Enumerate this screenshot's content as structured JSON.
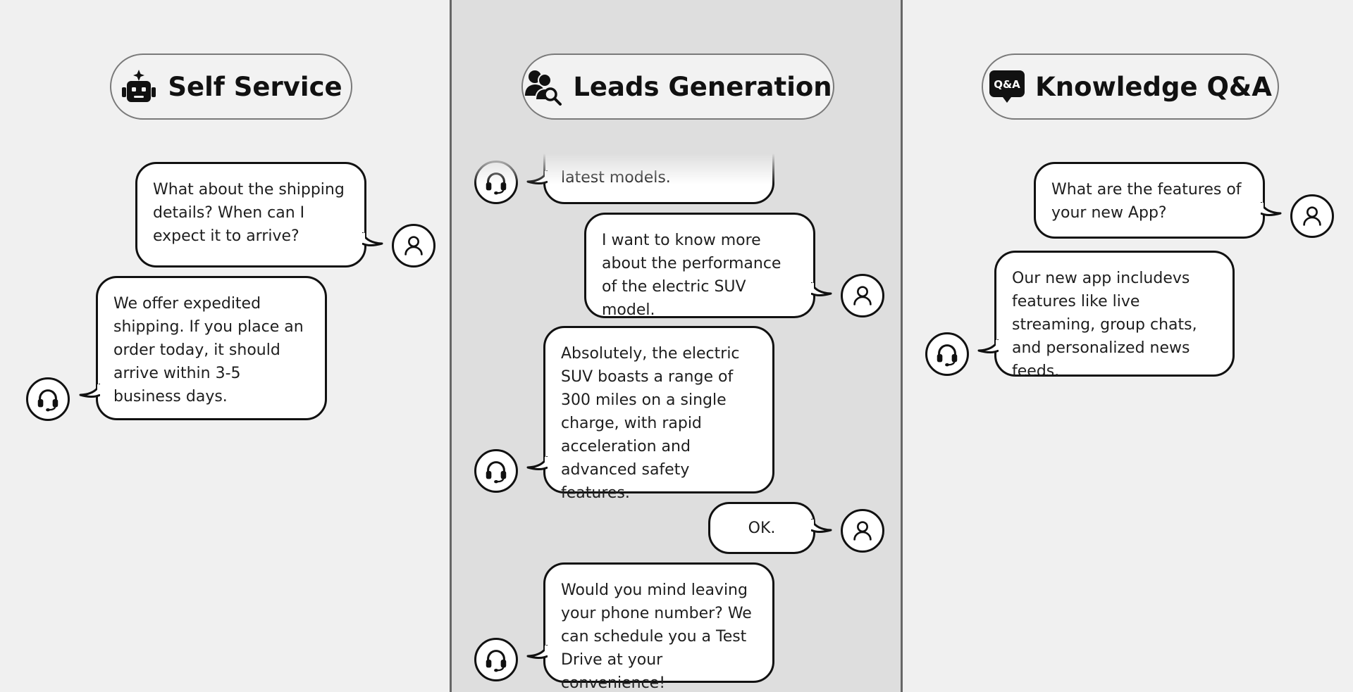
{
  "panels": [
    {
      "title": "Self Service",
      "icon": "robot-icon",
      "messages": [
        {
          "from": "user",
          "text": "What about the shipping details? When can I expect it to arrive?"
        },
        {
          "from": "agent",
          "text": "We offer expedited shipping. If you place an order today, it should arrive within 3-5 business days."
        }
      ]
    },
    {
      "title": "Leads Generation",
      "icon": "people-search-icon",
      "messages": [
        {
          "from": "agent",
          "text": "latest models."
        },
        {
          "from": "user",
          "text": "I want to know more about the performance of the electric SUV model."
        },
        {
          "from": "agent",
          "text": "Absolutely, the electric SUV boasts a range of 300 miles on a single charge, with rapid acceleration and advanced safety features."
        },
        {
          "from": "user",
          "text": "OK."
        },
        {
          "from": "agent",
          "text": "Would you mind leaving your phone number? We can schedule you a Test Drive at your convenience!"
        }
      ]
    },
    {
      "title": "Knowledge Q&A",
      "icon": "qa-chat-icon",
      "icon_label": "Q&A",
      "messages": [
        {
          "from": "user",
          "text": "What are the features of your new App?"
        },
        {
          "from": "agent",
          "text": "Our new app includevs features like live streaming, group chats, and personalized news feeds."
        }
      ]
    }
  ],
  "colors": {
    "page_bg": "#f0f0f0",
    "middle_panel_bg": "#dedede",
    "divider": "#666666",
    "bubble_border": "#111111",
    "bubble_bg": "#ffffff"
  }
}
